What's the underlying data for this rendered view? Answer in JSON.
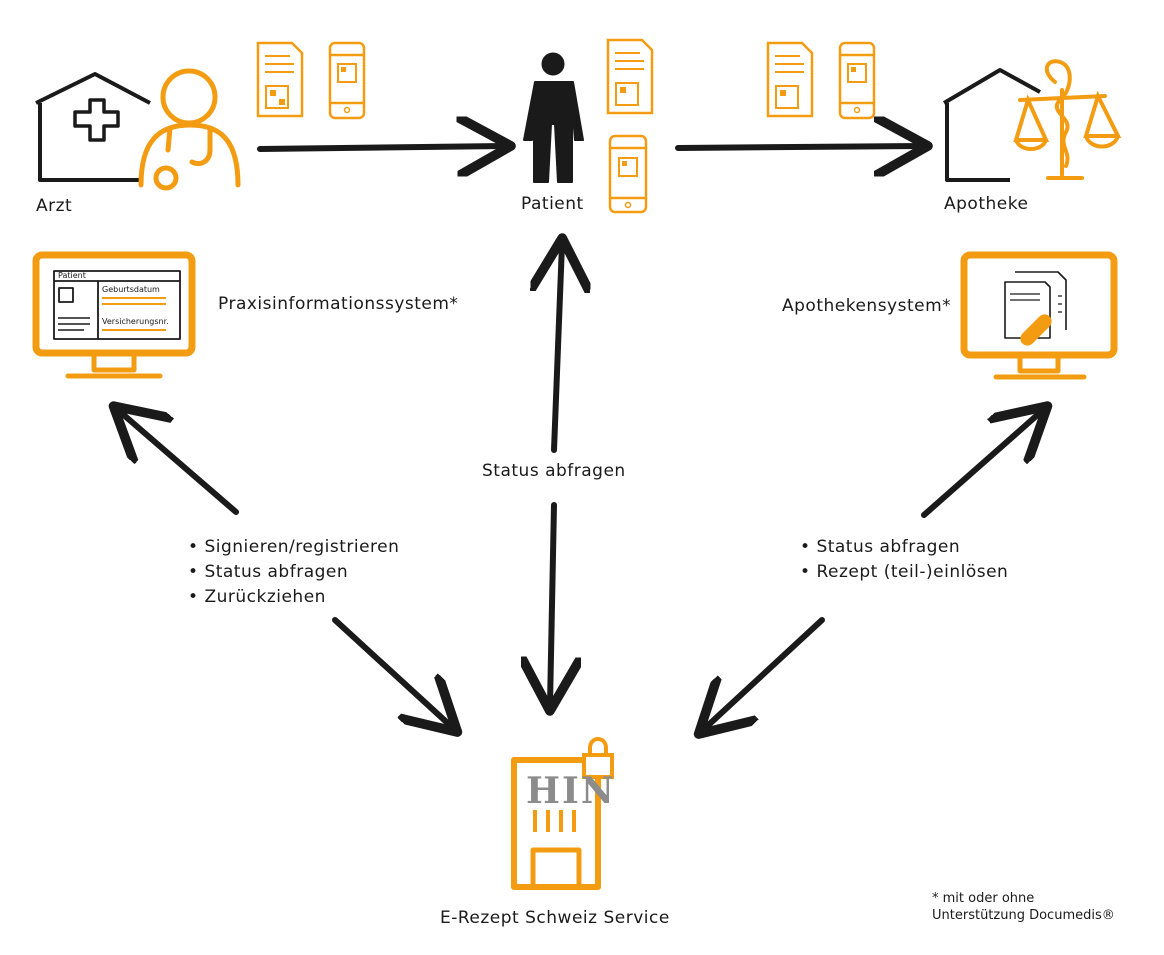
{
  "nodes": {
    "arzt": "Arzt",
    "patient": "Patient",
    "apotheke": "Apotheke",
    "service": "E-Rezept Schweiz Service"
  },
  "systems": {
    "praxis": "Praxisinformationssystem*",
    "apotheken": "Apothekensystem*"
  },
  "screen_fields": {
    "patient": "Patient",
    "birthdate": "Geburtsdatum",
    "insurance": "Versicherungsnr."
  },
  "building_label": "HIN",
  "center_edge_label": "Status abfragen",
  "left_actions": [
    "Signieren/registrieren",
    "Status abfragen",
    "Zurückziehen"
  ],
  "right_actions": [
    "Status abfragen",
    "Rezept (teil-)einlösen"
  ],
  "footnote": {
    "line1": "* mit oder ohne",
    "line2": "Unterstützung Documedis®"
  },
  "colors": {
    "accent": "#f39c12",
    "ink": "#1a1a1a",
    "building_text": "#8c8c8c"
  }
}
